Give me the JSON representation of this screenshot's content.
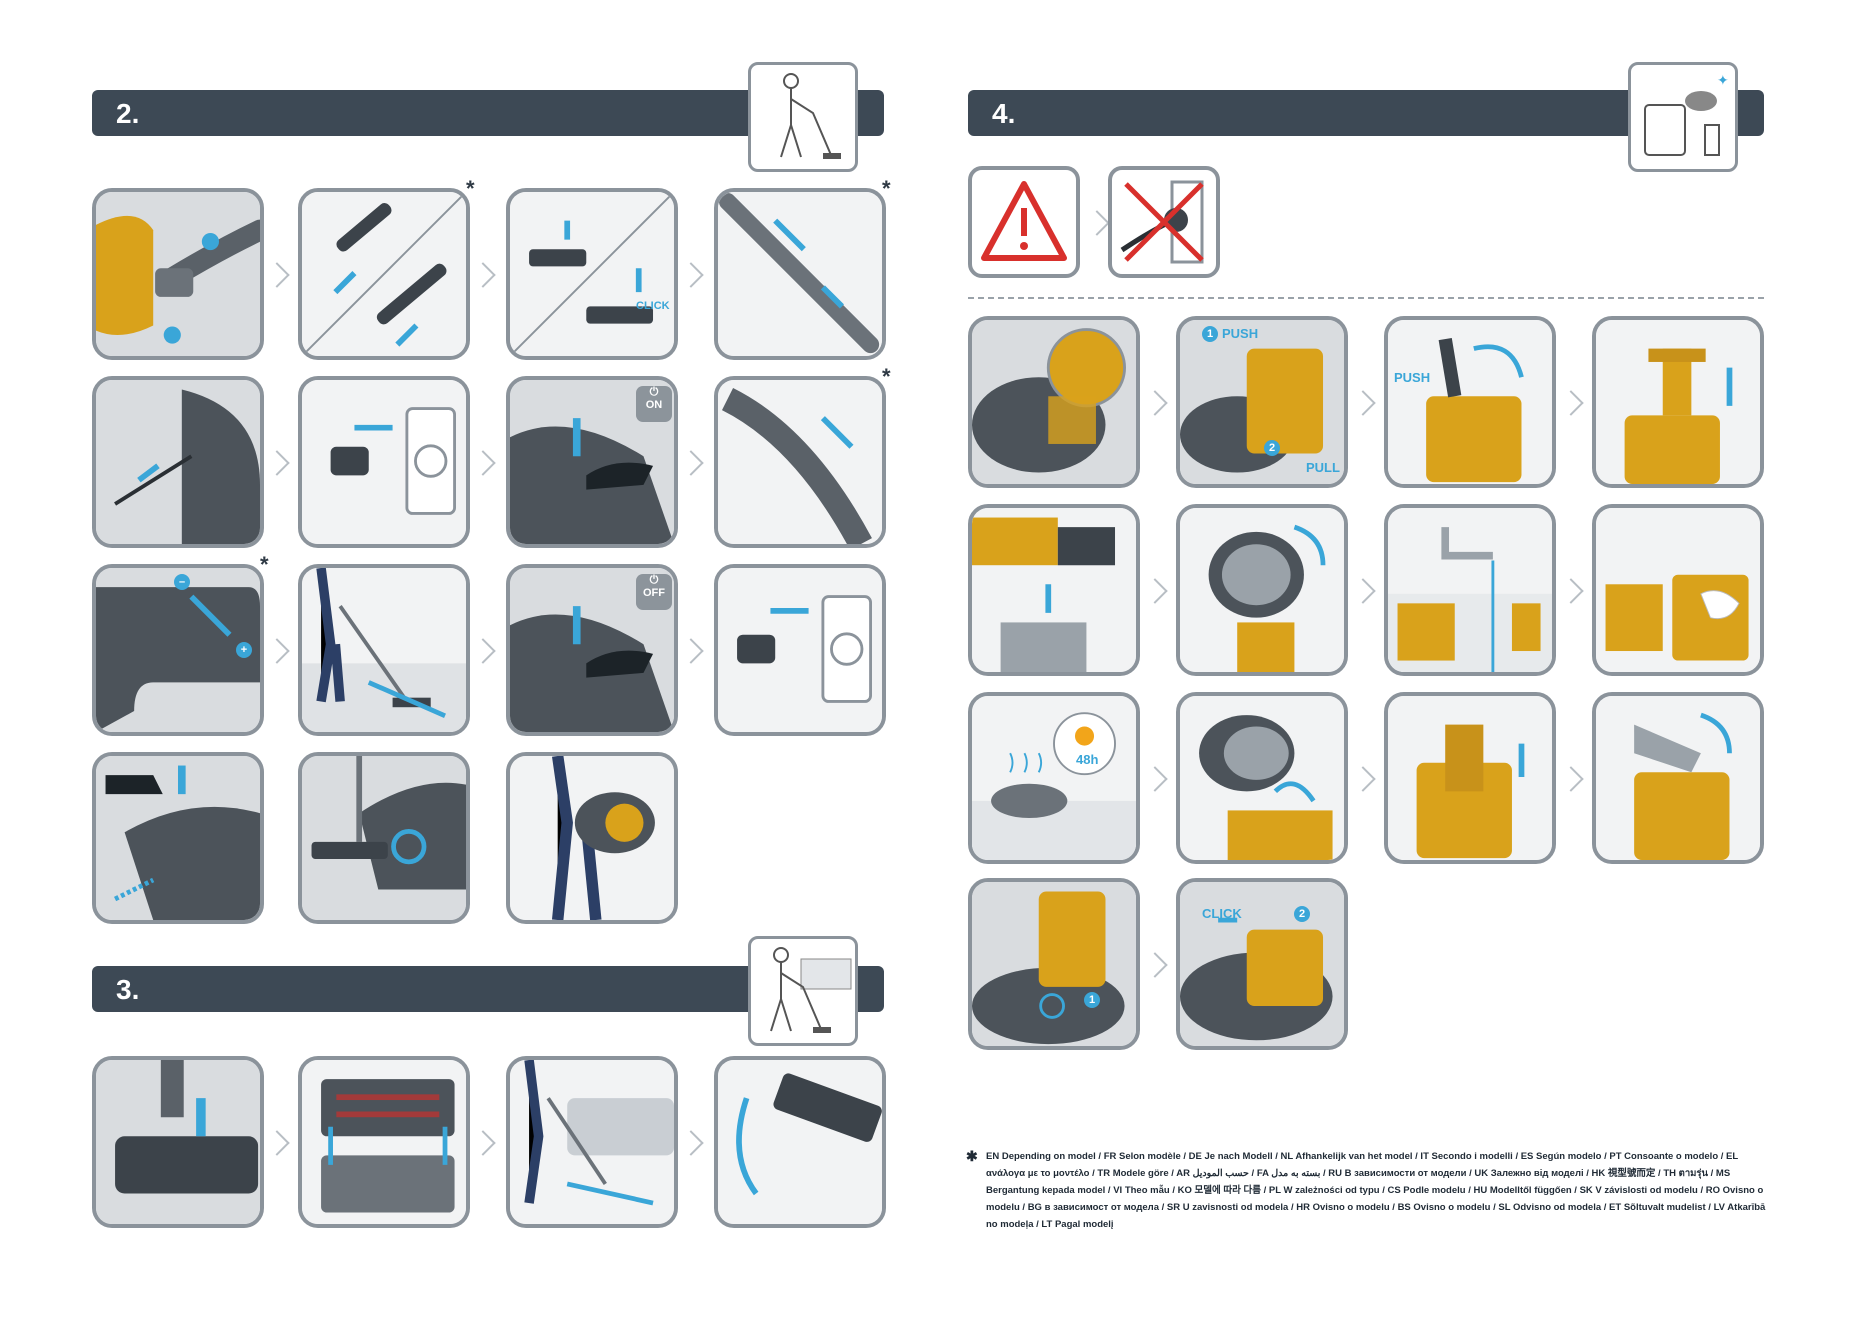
{
  "sections": {
    "s2": {
      "number": "2."
    },
    "s3": {
      "number": "3."
    },
    "s4": {
      "number": "4."
    }
  },
  "labels": {
    "click": "CLICK",
    "on": "ON",
    "off": "OFF",
    "push": "PUSH",
    "pull": "PULL",
    "hours": "48h",
    "step1": "1",
    "step2": "2",
    "minus": "–",
    "plus": "+",
    "asterisk": "*"
  },
  "footnote": {
    "symbol": "✱",
    "text": "EN Depending on model / FR Selon modèle / DE Je nach Modell / NL Afhankelijk van het model / IT Secondo i modelli / ES Según modelo / PT Consoante o modelo / EL ανάλογα με το μοντέλο / TR Modele göre / AR حسب الموديل / FA بسته به مدل / RU В зависимости от модели / UK Залежно від моделі / HK 視型號而定 / TH ตามรุ่น / MS Bergantung kepada model / VI Theo mẫu / KO 모델에 따라 다름 / PL W zależności od typu / CS Podle modelu / HU Modelltől függően / SK V závislosti od modelu / RO Ovisno o modelu / BG в зависимост от модела / SR U zavisnosti od modela / HR Ovisno o modelu / BS Ovisno o modelu / SL Odvisno od modela / ET Sõltuvalt mudelist / LV Atkarībā no modeļa / LT Pagal modelį"
  },
  "colors": {
    "bar": "#3d4955",
    "panel_border": "#8b939b",
    "accent": "#3aa6d8",
    "bin_amber": "#d9a21b",
    "warning_red": "#d8302c"
  }
}
